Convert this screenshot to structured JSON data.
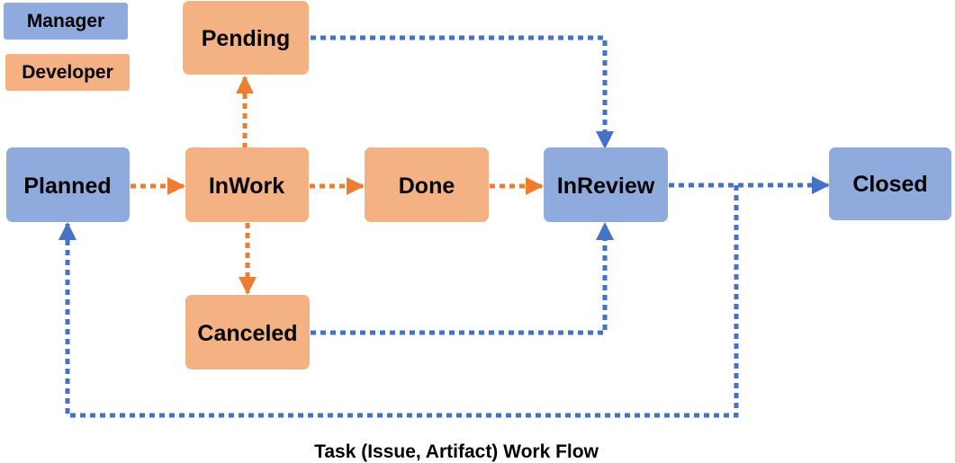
{
  "colors": {
    "manager": "#8FAADC",
    "developer": "#F4B183",
    "manager_arrow": "#4472C4",
    "developer_arrow": "#ED7D31"
  },
  "legend": {
    "manager": "Manager",
    "developer": "Developer"
  },
  "nodes": {
    "planned": "Planned",
    "inwork": "InWork",
    "done": "Done",
    "inreview": "InReview",
    "closed": "Closed",
    "pending": "Pending",
    "canceled": "Canceled"
  },
  "caption": "Task (Issue, Artifact) Work Flow"
}
